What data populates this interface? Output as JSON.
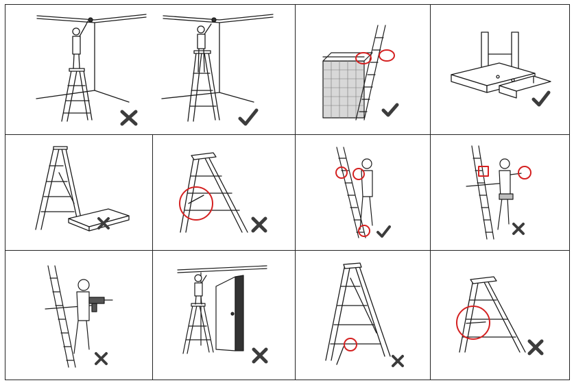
{
  "diagram": {
    "colors": {
      "line": "#1a1a1a",
      "highlight": "#d42020",
      "mark": "#3c3c3c",
      "fill": "#ffffff",
      "gray": "#bdbdbd",
      "dark": "#333333"
    },
    "panels": [
      {
        "id": "p1",
        "row": 1,
        "subject": "stepladder-top-step-standing",
        "verdict": "wrong",
        "icons": [
          "cross-icon"
        ]
      },
      {
        "id": "p2",
        "row": 1,
        "subject": "stepladder-correct-step",
        "verdict": "right",
        "icons": [
          "check-icon"
        ]
      },
      {
        "id": "p3",
        "row": 1,
        "subject": "extension-ladder-tied-to-scaffold",
        "verdict": "right",
        "icons": [
          "check-icon"
        ],
        "highlights": 2
      },
      {
        "id": "p4",
        "row": 1,
        "subject": "ladder-feet-blocked",
        "verdict": "right",
        "icons": [
          "check-icon"
        ]
      },
      {
        "id": "p5",
        "row": 2,
        "subject": "stepladder-on-boards",
        "verdict": "wrong",
        "icons": [
          "cross-icon"
        ]
      },
      {
        "id": "p6",
        "row": 2,
        "subject": "stepladder-spreader-not-locked",
        "verdict": "wrong",
        "icons": [
          "cross-icon"
        ],
        "highlights": 1
      },
      {
        "id": "p7",
        "row": 2,
        "subject": "three-point-contact-climbing",
        "verdict": "right",
        "icons": [
          "check-icon"
        ],
        "highlights": 3
      },
      {
        "id": "p8",
        "row": 2,
        "subject": "one-hand-climbing",
        "verdict": "wrong",
        "icons": [
          "cross-icon"
        ],
        "highlights": 2
      },
      {
        "id": "p9",
        "row": 3,
        "subject": "power-drill-on-ladder",
        "verdict": "wrong",
        "icons": [
          "cross-icon"
        ]
      },
      {
        "id": "p10",
        "row": 3,
        "subject": "stepladder-in-front-of-door",
        "verdict": "wrong",
        "icons": [
          "cross-icon"
        ]
      },
      {
        "id": "p11",
        "row": 3,
        "subject": "damaged-ladder-leg",
        "verdict": "wrong",
        "icons": [
          "cross-icon"
        ],
        "highlights": 1
      },
      {
        "id": "p12",
        "row": 3,
        "subject": "stepladder-broken-spreader",
        "verdict": "wrong",
        "icons": [
          "cross-icon"
        ],
        "highlights": 1
      }
    ]
  }
}
